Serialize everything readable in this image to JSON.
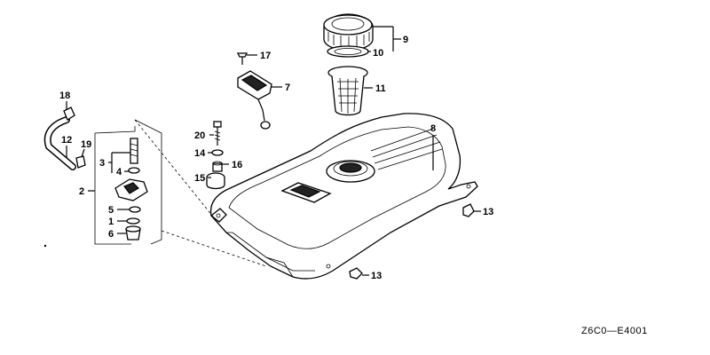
{
  "diagram": {
    "code": "Z6C0—E4001",
    "callouts": [
      {
        "id": "c1",
        "text": "1"
      },
      {
        "id": "c2",
        "text": "2"
      },
      {
        "id": "c3",
        "text": "3"
      },
      {
        "id": "c4",
        "text": "4"
      },
      {
        "id": "c5",
        "text": "5"
      },
      {
        "id": "c6",
        "text": "6"
      },
      {
        "id": "c7",
        "text": "7"
      },
      {
        "id": "c8",
        "text": "8"
      },
      {
        "id": "c9",
        "text": "9"
      },
      {
        "id": "c10",
        "text": "10"
      },
      {
        "id": "c11",
        "text": "11"
      },
      {
        "id": "c12",
        "text": "12"
      },
      {
        "id": "c13a",
        "text": "13"
      },
      {
        "id": "c13b",
        "text": "13"
      },
      {
        "id": "c14",
        "text": "14"
      },
      {
        "id": "c15",
        "text": "15"
      },
      {
        "id": "c16",
        "text": "16"
      },
      {
        "id": "c17",
        "text": "17"
      },
      {
        "id": "c18",
        "text": "18"
      },
      {
        "id": "c19",
        "text": "19"
      },
      {
        "id": "c20",
        "text": "20"
      }
    ]
  }
}
